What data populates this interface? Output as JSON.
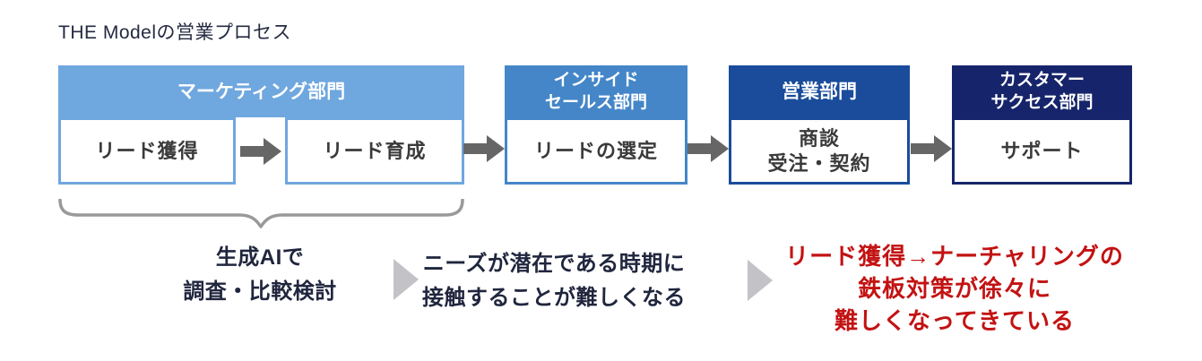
{
  "title": "THE Modelの営業プロセス",
  "process": {
    "groups": [
      {
        "name": "マーケティング部門",
        "color": "#6FA7DF",
        "steps": [
          "リード獲得",
          "リード育成"
        ]
      },
      {
        "name": "インサイド\nセールス部門",
        "color": "#4486C8",
        "steps": [
          "リードの選定"
        ]
      },
      {
        "name": "営業部門",
        "color": "#1A4C9B",
        "steps": [
          "商談\n受注・契約"
        ]
      },
      {
        "name": "カスタマー\nサクセス部門",
        "color": "#16256B",
        "steps": [
          "サポート"
        ]
      }
    ]
  },
  "annotations": {
    "brace_note": "生成AIで\n調査・比較検討",
    "middle_note": "ニーズが潜在である時期に\n接触することが難しくなる",
    "highlight_note": "リード獲得→ナーチャリングの\n鉄板対策が徐々に\n難しくなってきている"
  },
  "colors": {
    "marketing_blue": "#6FA7DF",
    "inside_sales_blue": "#4486C8",
    "sales_blue": "#1A4C9B",
    "customer_success_navy": "#16256B",
    "arrow_gray": "#666666",
    "brace_gray": "#999999",
    "triangle_gray": "#C3C3C7",
    "highlight_red": "#C31212",
    "text_dark": "#20263e",
    "step_text": "#3A3A3A"
  }
}
